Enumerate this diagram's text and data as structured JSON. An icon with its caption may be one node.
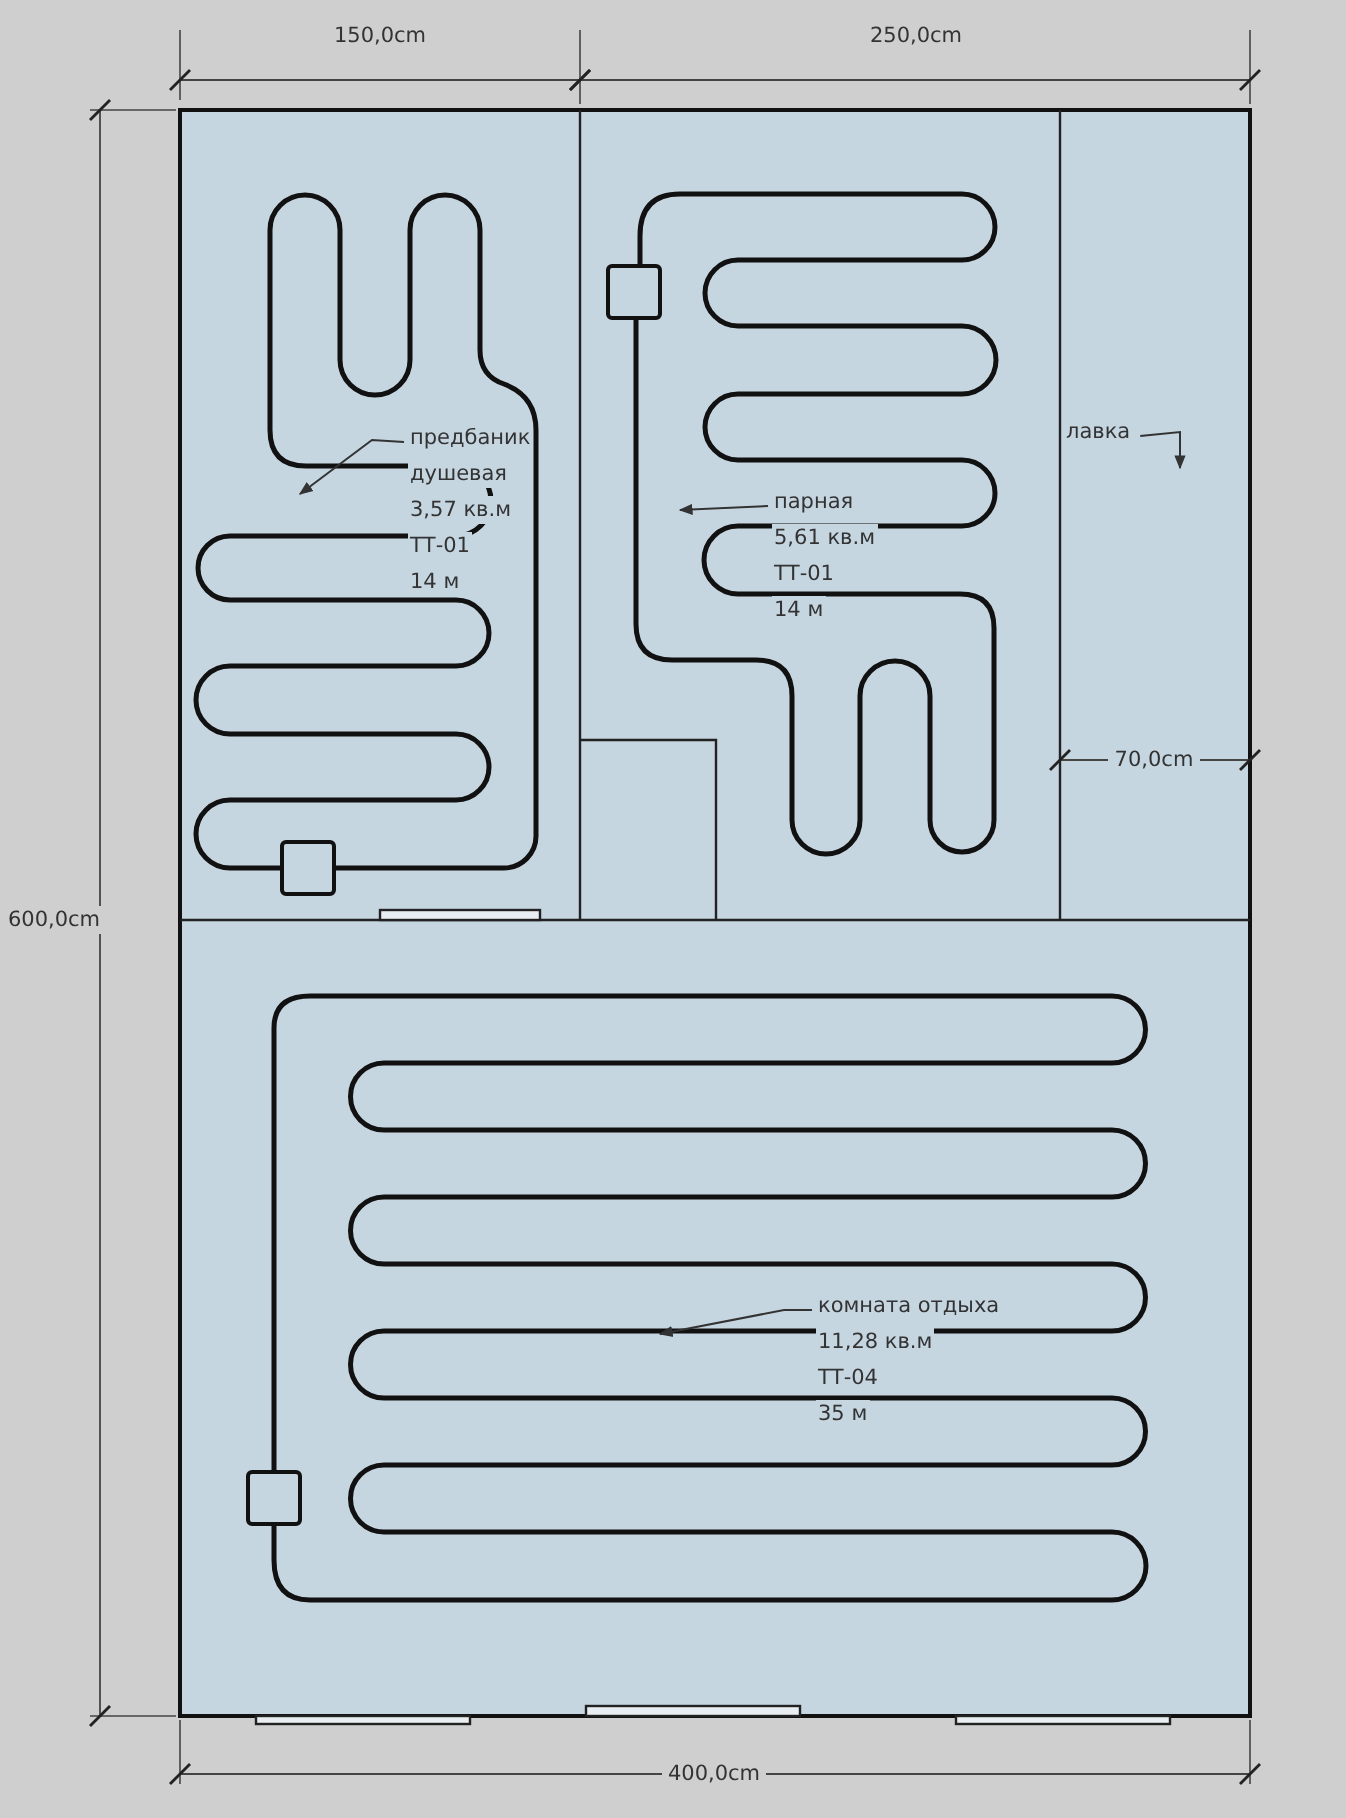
{
  "diagram": {
    "nodes": [
      {
        "text": [
          "предбаник",
          "душевая",
          "3,57 кв.м",
          "ТТ-01",
          "14 м"
        ]
      },
      {
        "text": [
          "парная",
          "5,61 кв.м",
          "ТТ-01",
          "14 м"
        ]
      },
      {
        "text": [
          "лавка"
        ]
      },
      {
        "text": [
          "комната отдыха",
          "11,28 кв.м",
          "ТТ-04",
          "35 м"
        ]
      }
    ],
    "edges": [
      {
        "from": 0,
        "to": null,
        "arrow": "to"
      },
      {
        "from": 1,
        "to": null,
        "arrow": "to"
      },
      {
        "from": 2,
        "to": null,
        "arrow": "to"
      },
      {
        "from": 3,
        "to": null,
        "arrow": "to"
      }
    ],
    "labels": [
      "150,0cm",
      "250,0cm",
      "600,0cm",
      "70,0cm",
      "400,0cm"
    ]
  }
}
